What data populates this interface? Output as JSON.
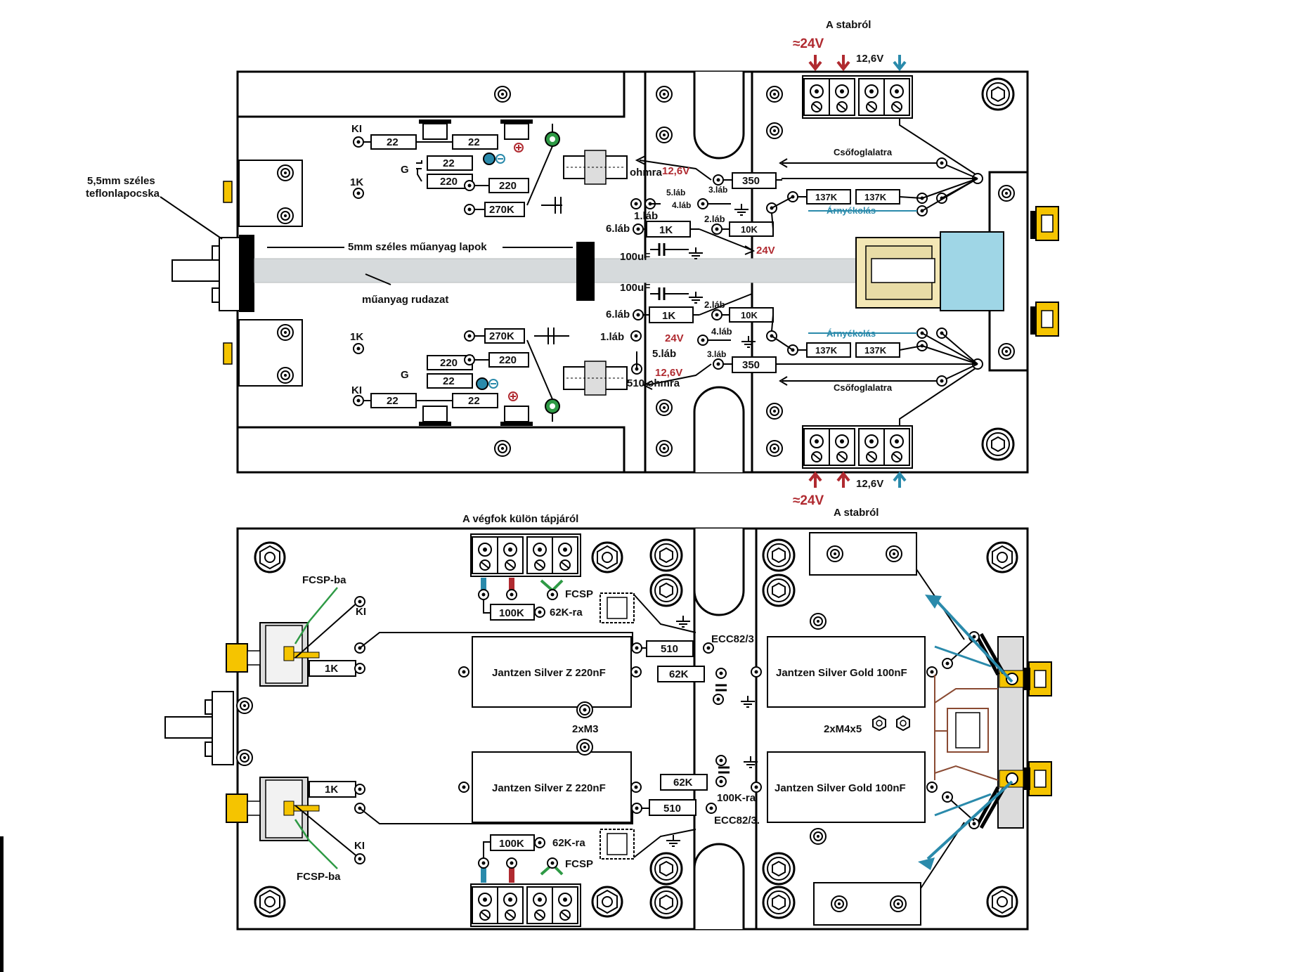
{
  "colors": {
    "red": "#b02a30",
    "blue": "#2a8aab",
    "green": "#2e9a45",
    "gold": "#f5c400",
    "lightblue": "#9fd6e6",
    "brown": "#8a4a32",
    "rod": "#d6dadc"
  },
  "top": {
    "stab_label_top": "A stabról",
    "stab_label_bottom": "A stabról",
    "v24_top": "≈24V",
    "v24_bottom": "≈24V",
    "v126_top": "12,6V",
    "v126_bottom": "12,6V",
    "teflon_label_1": "5,5mm széles",
    "teflon_label_2": "teflonlapocska",
    "plastic_plates": "5mm széles műanyag lapok",
    "plastic_rods": "műanyag rudazat",
    "ki_top": "KI",
    "ki_bottom": "KI",
    "k1_top": "1K",
    "k1_bottom": "1K",
    "g_top": "G",
    "g_bottom": "G",
    "ohm_top": "ohmra",
    "ohm_bottom": "510 ohmra",
    "r_22a": "22",
    "r_22b": "22",
    "r_22c": "22",
    "r_220a": "220",
    "r_220b": "220",
    "r_270k_top": "270K",
    "r_22d": "22",
    "r_22e": "22",
    "r_22f": "22",
    "r_220c": "220",
    "r_220d": "220",
    "r_270k_bottom": "270K",
    "r_350_top": "350",
    "r_350_bottom": "350",
    "r_1k_top": "1K",
    "r_1k_bottom": "1K",
    "r_10k_top": "10K",
    "r_10k_bottom": "10K",
    "r_137k_1": "137K",
    "r_137k_2": "137K",
    "r_137k_3": "137K",
    "r_137k_4": "137K",
    "csofog_top": "Csőfoglalatra",
    "csofog_bottom": "Csőfoglalatra",
    "arnyek_top": "Árnyékolás",
    "arnyek_bottom": "Árnyékolás",
    "v126_red_top": "12,6V",
    "v126_red_bottom": "12,6V",
    "v24_red_top": "24V",
    "v24_red_bottom": "24V",
    "lab1_top": "1.láb",
    "lab1_bottom": "1.láb",
    "lab2_top": "2.láb",
    "lab2_bottom": "2.láb",
    "lab3_top": "3.láb",
    "lab3_bottom": "3.láb",
    "lab4_top": "4.láb",
    "lab4_bottom": "4.láb",
    "lab5_top": "5.láb",
    "lab5_bottom": "5.láb",
    "lab6_top": "6.láb",
    "lab6_bottom": "6.láb",
    "cap_top": "100uF",
    "cap_bottom": "100uF"
  },
  "bottom": {
    "supply_label": "A végfok külön tápjáról",
    "fcsp_ba_top": "FCSP-ba",
    "fcsp_ba_bottom": "FCSP-ba",
    "ki_top": "KI",
    "ki_bottom": "KI",
    "r_1k_top": "1K",
    "r_1k_bottom": "1K",
    "fcsp_top": "FCSP",
    "fcsp_bottom": "FCSP",
    "r_100k_top": "100K",
    "r_100k_bottom": "100K",
    "to62k_top": "62K-ra",
    "to62k_bottom": "62K-ra",
    "ecc_top": "ECC82/3",
    "ecc_bottom": "ECC82/3.",
    "r_510_top": "510",
    "r_510_bottom": "510",
    "r_62k_top": "62K",
    "r_62k_bottom": "62K",
    "to100k": "100K-ra",
    "cap_z_top": "Jantzen Silver Z 220nF",
    "cap_z_bottom": "Jantzen Silver Z 220nF",
    "cap_gold_top": "Jantzen Silver Gold 100nF",
    "cap_gold_bottom": "Jantzen Silver Gold 100nF",
    "m3": "2xM3",
    "m4": "2xM4x5"
  }
}
